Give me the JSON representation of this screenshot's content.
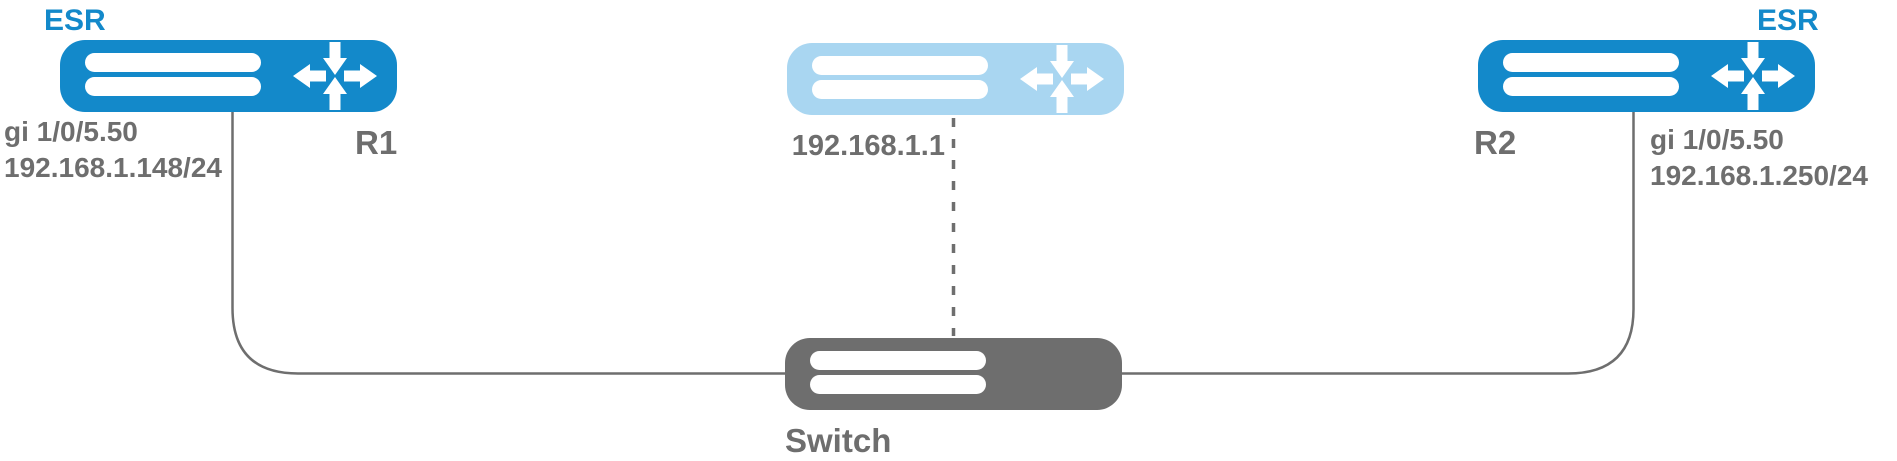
{
  "diagram": {
    "colors": {
      "router_fill": "#1389CA",
      "virtual_router_fill": "#A9D6F1",
      "switch_fill": "#6E6E6E",
      "link": "#6E6E6E",
      "label_text": "#6E6E6E",
      "esr_label": "#1389CA",
      "icon_detail": "#FFFFFF"
    },
    "icons": {
      "router": "router-icon (rounded slab with two slots and 4-way arrow cross)",
      "virtual_router": "virtual-router-icon (faded router glyph)",
      "switch": "switch-icon (rounded slab with two slots)"
    },
    "nodes": {
      "r1": {
        "device_label": "ESR",
        "name": "R1",
        "interface": "gi 1/0/5.50",
        "ip": "192.168.1.148/24"
      },
      "r2": {
        "device_label": "ESR",
        "name": "R2",
        "interface": "gi 1/0/5.50",
        "ip": "192.168.1.250/24"
      },
      "virtual_router": {
        "ip": "192.168.1.1"
      },
      "switch": {
        "name": "Switch"
      }
    }
  }
}
